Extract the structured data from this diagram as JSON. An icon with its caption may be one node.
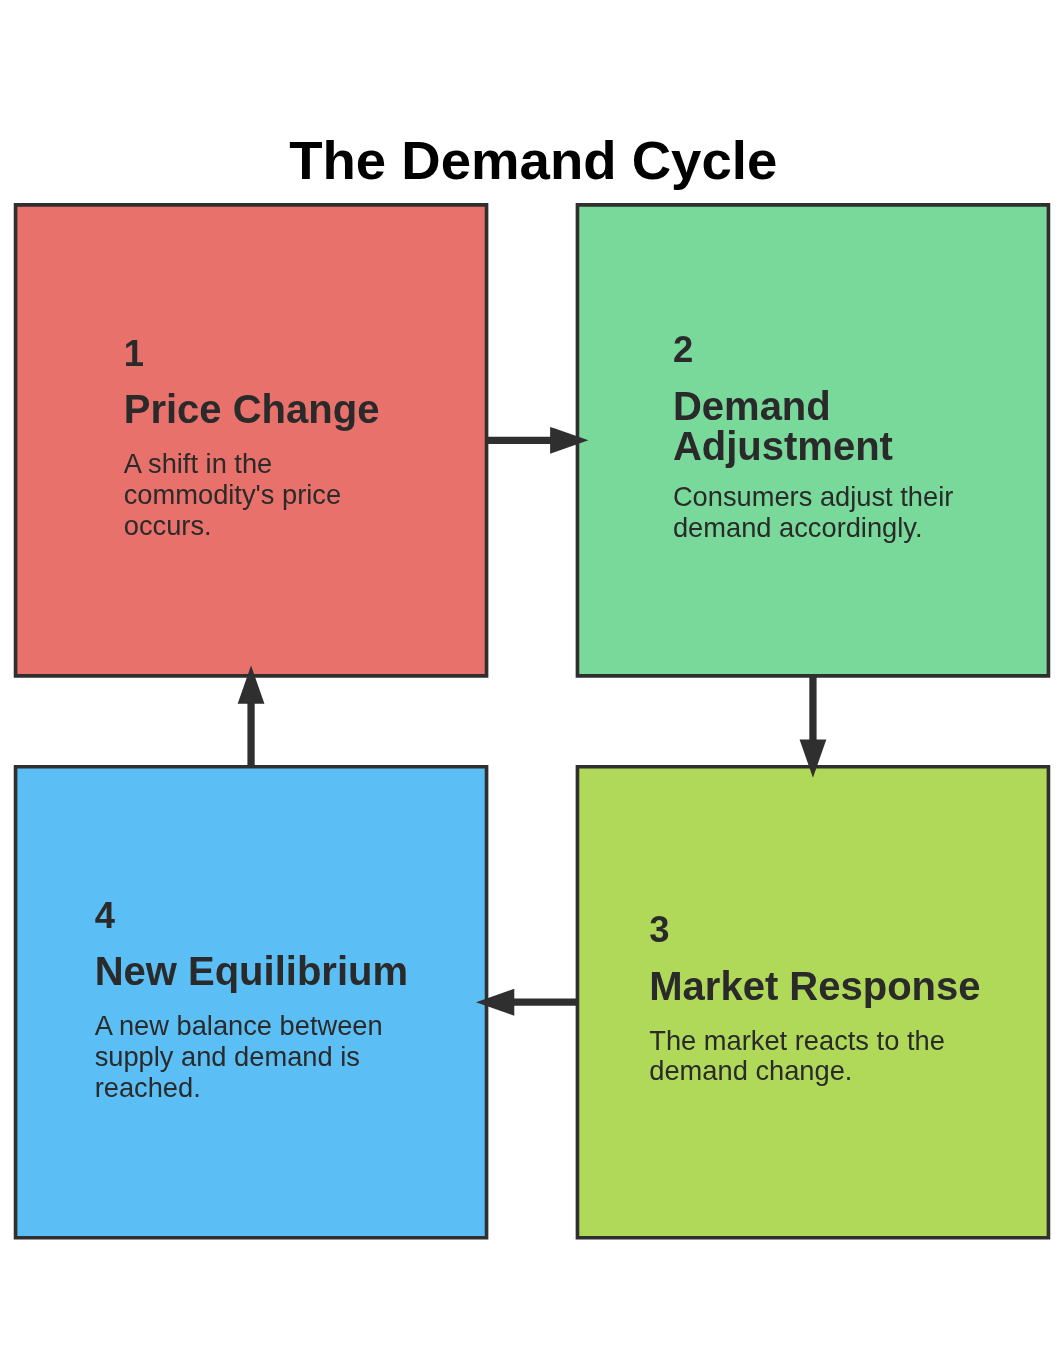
{
  "diagram": {
    "title": "The Demand Cycle",
    "nodes": [
      {
        "text": [
          "1",
          "Price Change",
          "A shift in the commodity's price occurs."
        ]
      },
      {
        "text": [
          "2",
          "Demand Adjustment",
          "Consumers adjust their demand accordingly."
        ]
      },
      {
        "text": [
          "3",
          "Market Response",
          "The market reacts to the demand change."
        ]
      },
      {
        "text": [
          "4",
          "New Equilibrium",
          "A new balance between supply and demand is reached."
        ]
      }
    ],
    "edges": [
      {
        "from": 0,
        "to": 1,
        "arrow": "to"
      },
      {
        "from": 1,
        "to": 2,
        "arrow": "to"
      },
      {
        "from": 2,
        "to": 3,
        "arrow": "to"
      },
      {
        "from": 3,
        "to": 0,
        "arrow": "to"
      }
    ]
  }
}
